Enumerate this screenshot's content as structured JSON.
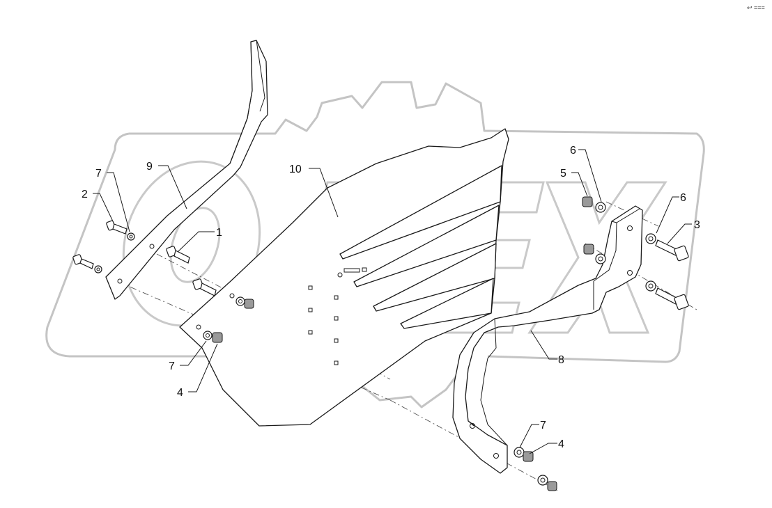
{
  "corner_mark": "↩ ===",
  "callouts": {
    "c1": "1",
    "c2": "2",
    "c3": "3",
    "c4a": "4",
    "c4b": "4",
    "c5": "5",
    "c6a": "6",
    "c6b": "6",
    "c7a": "7",
    "c7b": "7",
    "c7c": "7",
    "c8": "8",
    "c9": "9",
    "c10": "10"
  },
  "watermark": {
    "text": "OPEX",
    "stroke_color": "#c4c4c4"
  },
  "colors": {
    "line": "#1a1a1a",
    "background": "#ffffff"
  }
}
